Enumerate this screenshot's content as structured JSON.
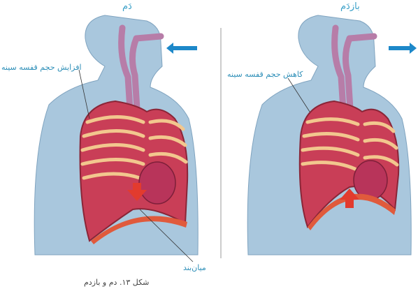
{
  "panels": {
    "inhale": {
      "title": "دَم",
      "chest_label": "افزایش حجم قفسه سینه",
      "diaphragm_label": "میان‌بند"
    },
    "exhale": {
      "title": "بازدَم",
      "chest_label": "کاهش حجم قفسه سینه"
    }
  },
  "caption": "شکل ۱۳. دم و بازدم",
  "colors": {
    "skin": "#a9c7dd",
    "lung": "#c93e57",
    "rib": "#f2c78e",
    "arrow_blue": "#1d88c9",
    "arrow_red": "#e23b2e",
    "label": "#2e8fb8"
  }
}
